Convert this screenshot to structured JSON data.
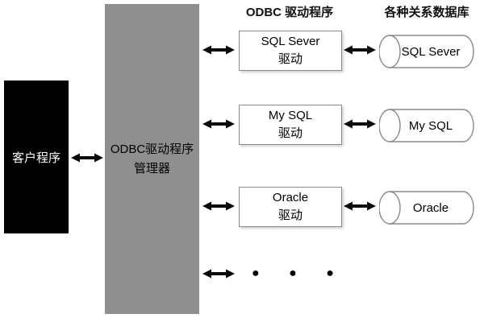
{
  "diagram": {
    "client": {
      "label": "客户程序"
    },
    "manager": {
      "line1": "ODBC驱动程序",
      "line2": "管理器"
    },
    "headers": {
      "drivers": "ODBC 驱动程序",
      "databases": "各种关系数据库"
    },
    "drivers": [
      {
        "line1": "SQL Sever",
        "line2": "驱动"
      },
      {
        "line1": "My SQL",
        "line2": "驱动"
      },
      {
        "line1": "Oracle",
        "line2": "驱动"
      }
    ],
    "databases": [
      {
        "label": "SQL Sever"
      },
      {
        "label": "My SQL"
      },
      {
        "label": "Oracle"
      }
    ],
    "ellipsis": "● ● ●",
    "colors": {
      "client_fill": "#000000",
      "manager_fill": "#8f8f8f",
      "box_border": "#8a8a8a",
      "arrow": "#0b0b0b"
    }
  }
}
